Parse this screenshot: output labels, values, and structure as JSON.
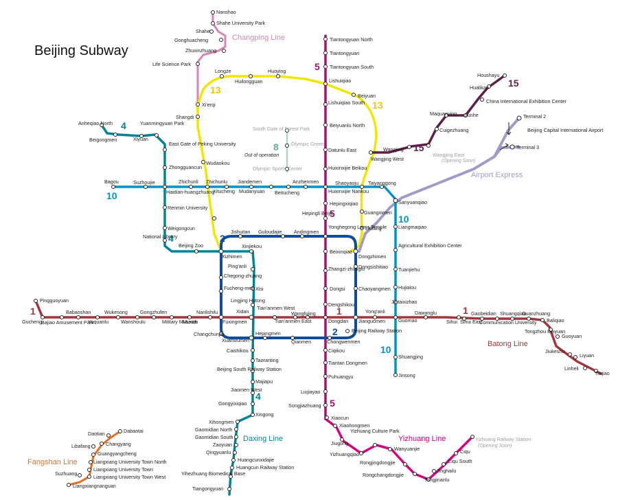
{
  "title": "Beijing Subway",
  "colors": {
    "line1": "#a4343a",
    "line2": "#0f4c9a",
    "line4": "#00839a",
    "line5": "#a4126b",
    "line8": "#5fb2a6",
    "line10": "#0092c8",
    "line13": "#f2e500",
    "line15": "#5c1f47",
    "changping": "#d583b9",
    "fangshan": "#e36f1e",
    "yizhuang": "#d6007f",
    "airport": "#a39bc7"
  },
  "line_labels": [
    {
      "key": "1a",
      "text": "1",
      "color": "#a4343a"
    },
    {
      "key": "1b",
      "text": "1",
      "color": "#a4343a"
    },
    {
      "key": "1c",
      "text": "1",
      "color": "#a4343a"
    },
    {
      "key": "1d",
      "text": "1",
      "color": "#a4343a"
    },
    {
      "key": "2a",
      "text": "2",
      "color": "#0f4c9a"
    },
    {
      "key": "2b",
      "text": "2",
      "color": "#0f4c9a"
    },
    {
      "key": "4a",
      "text": "4",
      "color": "#00839a"
    },
    {
      "key": "4b",
      "text": "4",
      "color": "#00839a"
    },
    {
      "key": "4c",
      "text": "4",
      "color": "#00839a"
    },
    {
      "key": "5a",
      "text": "5",
      "color": "#a4126b"
    },
    {
      "key": "5b",
      "text": "5",
      "color": "#a4126b"
    },
    {
      "key": "5c",
      "text": "5",
      "color": "#a4126b"
    },
    {
      "key": "8",
      "text": "8",
      "color": "#5fb2a6"
    },
    {
      "key": "10a",
      "text": "10",
      "color": "#0092c8"
    },
    {
      "key": "10b",
      "text": "10",
      "color": "#0092c8"
    },
    {
      "key": "10c",
      "text": "10",
      "color": "#0092c8"
    },
    {
      "key": "13a",
      "text": "13",
      "color": "#f2c400"
    },
    {
      "key": "13b",
      "text": "13",
      "color": "#f2c400"
    },
    {
      "key": "15a",
      "text": "15",
      "color": "#5c1f47"
    },
    {
      "key": "15b",
      "text": "15",
      "color": "#5c1f47"
    }
  ],
  "line_names": [
    {
      "key": "changping",
      "text": "Changping Line",
      "color": "#d583b9"
    },
    {
      "key": "airport",
      "text": "Airport Express",
      "color": "#a39bc7"
    },
    {
      "key": "batong",
      "text": "Batong Line",
      "color": "#a4343a"
    },
    {
      "key": "daxing",
      "text": "Daxing Line",
      "color": "#00839a"
    },
    {
      "key": "yizhuang",
      "text": "Yizhuang Line",
      "color": "#d6007f"
    },
    {
      "key": "fangshan",
      "text": "Fangshan Line",
      "color": "#e36f1e"
    }
  ],
  "notes": {
    "line8_status": "Out of operation",
    "wangjing_east_status": "(Opening Soon)",
    "yizhuang_rail_status": "(Opening Soon)"
  },
  "stations": [
    {
      "name": "Nanshao"
    },
    {
      "name": "Shahe University Park"
    },
    {
      "name": "Shahe"
    },
    {
      "name": "Gonghuacheng"
    },
    {
      "name": "Zhuxinzhuang"
    },
    {
      "name": "Life Science Park"
    },
    {
      "name": "Xi'erqi"
    },
    {
      "name": "Shangdi"
    },
    {
      "name": "Longze"
    },
    {
      "name": "Huilongguan"
    },
    {
      "name": "Huoying"
    },
    {
      "name": "Lishuiqiao"
    },
    {
      "name": "Beiyuan"
    },
    {
      "name": "Wangjing West"
    },
    {
      "name": "Wudaokou"
    },
    {
      "name": "Zhichunlu"
    },
    {
      "name": "Tiantongyuan North"
    },
    {
      "name": "Tiantongyuan"
    },
    {
      "name": "Tiantongyuan South"
    },
    {
      "name": "Lishuiqiao South"
    },
    {
      "name": "Beiyuanlu North"
    },
    {
      "name": "Datunlu East"
    },
    {
      "name": "Huixinxijie Beikou"
    },
    {
      "name": "Huixinxijie Nankou"
    },
    {
      "name": "Hepingxiqiao"
    },
    {
      "name": "Hepingli Beijie"
    },
    {
      "name": "Yonghegong Lama Temple"
    },
    {
      "name": "Beixinqiao"
    },
    {
      "name": "Zhangzi-zhonglu"
    },
    {
      "name": "Dongsi"
    },
    {
      "name": "Dengshikou"
    },
    {
      "name": "Dongdan"
    },
    {
      "name": "Chongwenmen"
    },
    {
      "name": "Ciqikou"
    },
    {
      "name": "Tiantan Dongmen"
    },
    {
      "name": "Puhuangyu"
    },
    {
      "name": "Liujiayao"
    },
    {
      "name": "Songjiazhuang"
    },
    {
      "name": "Houshayu"
    },
    {
      "name": "Hualikan"
    },
    {
      "name": "China International Exhibition Center"
    },
    {
      "name": "Sunhe"
    },
    {
      "name": "Maquanying"
    },
    {
      "name": "Cuigezhuang"
    },
    {
      "name": "Wangjing"
    },
    {
      "name": "Wangjing East"
    },
    {
      "name": "Terminal 2"
    },
    {
      "name": "Terminal 3"
    },
    {
      "name": "Beijing Capital International Airport"
    },
    {
      "name": "Anheqiao North"
    },
    {
      "name": "Beigongmen"
    },
    {
      "name": "Xiyuan"
    },
    {
      "name": "Yuanmingyuan Park"
    },
    {
      "name": "East Gate of Peking University"
    },
    {
      "name": "Zhongguancun"
    },
    {
      "name": "Haidian-huangzhuang"
    },
    {
      "name": "Renmin University"
    },
    {
      "name": "Weigongcun"
    },
    {
      "name": "National Library"
    },
    {
      "name": "Beijing Zoo"
    },
    {
      "name": "Xizhimen"
    },
    {
      "name": "Xinjiekou"
    },
    {
      "name": "Ping'anli"
    },
    {
      "name": "Xisi"
    },
    {
      "name": "Lingjing Hutong"
    },
    {
      "name": "Xidan"
    },
    {
      "name": "Xuanwumen"
    },
    {
      "name": "Caishikou"
    },
    {
      "name": "Taoranting"
    },
    {
      "name": "Beijing South Railway Station"
    },
    {
      "name": "Majiapu"
    },
    {
      "name": "Jiaomen West"
    },
    {
      "name": "Gongyixiqiao"
    },
    {
      "name": "Xingong"
    },
    {
      "name": "Xihongmen"
    },
    {
      "name": "Gaomidian North"
    },
    {
      "name": "Gaomidian South"
    },
    {
      "name": "Zaoyuan"
    },
    {
      "name": "Qingyuanlu"
    },
    {
      "name": "Huangcunxidajie"
    },
    {
      "name": "Huangcun Railway Station"
    },
    {
      "name": "Yihezhuang Biomedical Base"
    },
    {
      "name": "Tiangongyuan"
    },
    {
      "name": "South Gate of Forest Park"
    },
    {
      "name": "Olympic Green"
    },
    {
      "name": "Olympic Sports Center"
    },
    {
      "name": "Bagou"
    },
    {
      "name": "Suzhoujie"
    },
    {
      "name": "Zhichunli"
    },
    {
      "name": "Xitucheng"
    },
    {
      "name": "Jiandemen"
    },
    {
      "name": "Mudanyuan"
    },
    {
      "name": "Anzhenmen"
    },
    {
      "name": "Beitucheng"
    },
    {
      "name": "Shaoyaoju"
    },
    {
      "name": "Taiyanggong"
    },
    {
      "name": "Sanyuanqiao"
    },
    {
      "name": "Liangmaqiao"
    },
    {
      "name": "Agricultural Exhibition Center"
    },
    {
      "name": "Tuanjiehu"
    },
    {
      "name": "Hujialou"
    },
    {
      "name": "Jintaixizhao"
    },
    {
      "name": "Guomao"
    },
    {
      "name": "Shuangjing"
    },
    {
      "name": "Jinsong"
    },
    {
      "name": "Guangximen"
    },
    {
      "name": "Liufang"
    },
    {
      "name": "Dongzhimen"
    },
    {
      "name": "Dongsishitiao"
    },
    {
      "name": "Chaoyangmen"
    },
    {
      "name": "Jianguomen"
    },
    {
      "name": "Beijing Railway Station"
    },
    {
      "name": "Jishuitan"
    },
    {
      "name": "Guloudajie"
    },
    {
      "name": "Andingmen"
    },
    {
      "name": "Chegong-zhuang"
    },
    {
      "name": "Fucheng-men"
    },
    {
      "name": "Changchunjie"
    },
    {
      "name": "Hepingmen"
    },
    {
      "name": "Qianmen"
    },
    {
      "name": "Pingguoyuan"
    },
    {
      "name": "Gucheng"
    },
    {
      "name": "Bajiao Amusement Park"
    },
    {
      "name": "Babaoshan"
    },
    {
      "name": "Yuquanlu"
    },
    {
      "name": "Wukesong"
    },
    {
      "name": "Wanshoulu"
    },
    {
      "name": "Gongzhufen"
    },
    {
      "name": "Military Museum"
    },
    {
      "name": "Muxidi"
    },
    {
      "name": "Nanlishilu"
    },
    {
      "name": "Fuxingmen"
    },
    {
      "name": "Tian'anmen West"
    },
    {
      "name": "Tian'anmen East"
    },
    {
      "name": "Wangfujing"
    },
    {
      "name": "Yong'anli"
    },
    {
      "name": "Dawanglu"
    },
    {
      "name": "Sihui"
    },
    {
      "name": "Sihui East"
    },
    {
      "name": "Gaobeidian"
    },
    {
      "name": "Communication University"
    },
    {
      "name": "Shuangqiao"
    },
    {
      "name": "Guanzhuang"
    },
    {
      "name": "Baliqiao"
    },
    {
      "name": "Tongzhou Beiyuan"
    },
    {
      "name": "Guoyuan"
    },
    {
      "name": "Jiukeshu"
    },
    {
      "name": "Liyuan"
    },
    {
      "name": "Linheli"
    },
    {
      "name": "Tuqiao"
    },
    {
      "name": "Xiaocun"
    },
    {
      "name": "Xiaohongmen"
    },
    {
      "name": "Jiugong"
    },
    {
      "name": "Yizhuang Culture Park"
    },
    {
      "name": "Yizhuangqiao"
    },
    {
      "name": "Wanyuanjie"
    },
    {
      "name": "Rongjingdongjie"
    },
    {
      "name": "Rongchangdongjie"
    },
    {
      "name": "Tongjinanlu"
    },
    {
      "name": "Jinghailu"
    },
    {
      "name": "Ciqu South"
    },
    {
      "name": "Ciqu"
    },
    {
      "name": "Yizhuang Railway Station"
    },
    {
      "name": "Dabaotai"
    },
    {
      "name": "Daotian"
    },
    {
      "name": "Libafang"
    },
    {
      "name": "Changyang"
    },
    {
      "name": "Guangyangcheng"
    },
    {
      "name": "Liangxiang University Town North"
    },
    {
      "name": "Liangxiang University Town"
    },
    {
      "name": "Liangxiang University Town West"
    },
    {
      "name": "Suzhuang"
    },
    {
      "name": "Liangxiangnanguan"
    }
  ]
}
